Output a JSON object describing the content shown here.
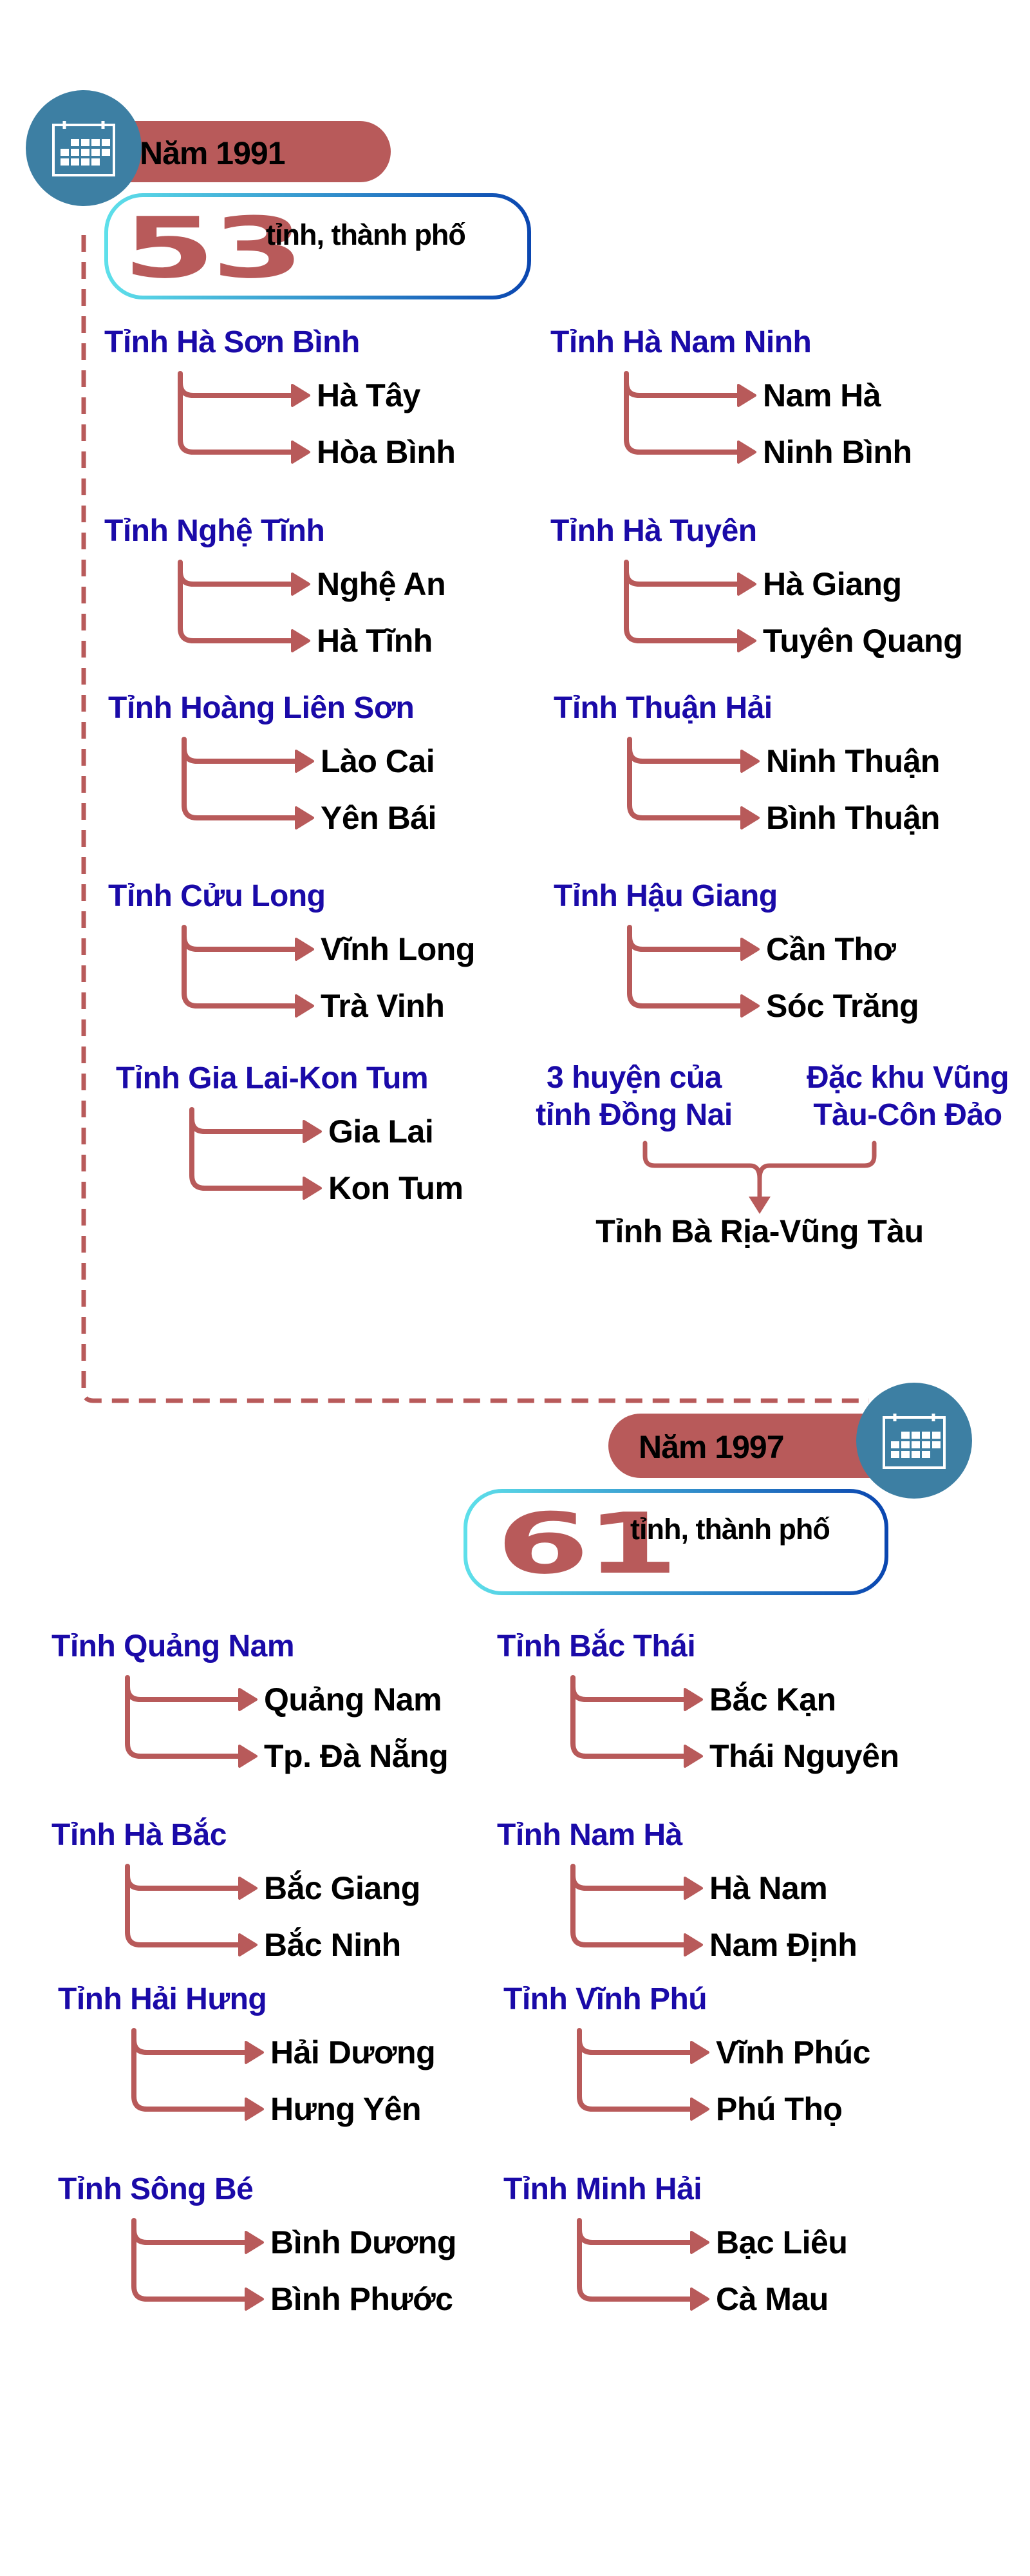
{
  "colors": {
    "accent_red": "#b85a5a",
    "title_blue": "#1a0aa8",
    "circle_blue": "#3d7fa3"
  },
  "section_1991": {
    "year_label": "Năm 1991",
    "count": "53",
    "count_unit": "tỉnh, thành phố",
    "groups": [
      {
        "title": "Tỉnh Hà Sơn Bình",
        "children": [
          "Hà Tây",
          "Hòa Bình"
        ]
      },
      {
        "title": "Tỉnh Hà Nam Ninh",
        "children": [
          "Nam Hà",
          "Ninh Bình"
        ]
      },
      {
        "title": "Tỉnh Nghệ Tĩnh",
        "children": [
          "Nghệ An",
          "Hà Tĩnh"
        ]
      },
      {
        "title": "Tỉnh Hà Tuyên",
        "children": [
          "Hà Giang",
          "Tuyên Quang"
        ]
      },
      {
        "title": "Tỉnh Hoàng Liên Sơn",
        "children": [
          "Lào Cai",
          "Yên Bái"
        ]
      },
      {
        "title": "Tỉnh Thuận Hải",
        "children": [
          "Ninh Thuận",
          "Bình Thuận"
        ]
      },
      {
        "title": "Tỉnh Cửu Long",
        "children": [
          "Vĩnh Long",
          "Trà Vinh"
        ]
      },
      {
        "title": "Tỉnh Hậu Giang",
        "children": [
          "Cần Thơ",
          "Sóc Trăng"
        ]
      },
      {
        "title": "Tỉnh Gia Lai-Kon Tum",
        "children": [
          "Gia Lai",
          "Kon Tum"
        ]
      }
    ],
    "merge": {
      "source_a": [
        "3 huyện của",
        "tỉnh Đồng Nai"
      ],
      "source_b": [
        "Đặc khu Vũng",
        "Tàu-Côn Đảo"
      ],
      "result": "Tỉnh Bà Rịa-Vũng Tàu"
    }
  },
  "section_1997": {
    "year_label": "Năm 1997",
    "count": "61",
    "count_unit": "tỉnh, thành phố",
    "groups": [
      {
        "title": "Tỉnh Quảng Nam",
        "children": [
          "Quảng Nam",
          "Tp. Đà Nẵng"
        ]
      },
      {
        "title": "Tỉnh Bắc Thái",
        "children": [
          "Bắc Kạn",
          "Thái Nguyên"
        ]
      },
      {
        "title": "Tỉnh Hà Bắc",
        "children": [
          "Bắc Giang",
          "Bắc Ninh"
        ]
      },
      {
        "title": "Tỉnh Nam Hà",
        "children": [
          "Hà Nam",
          "Nam Định"
        ]
      },
      {
        "title": "Tỉnh Hải Hưng",
        "children": [
          "Hải Dương",
          "Hưng Yên"
        ]
      },
      {
        "title": "Tỉnh Vĩnh Phú",
        "children": [
          "Vĩnh Phúc",
          "Phú Thọ"
        ]
      },
      {
        "title": "Tỉnh Sông Bé",
        "children": [
          "Bình Dương",
          "Bình Phước"
        ]
      },
      {
        "title": "Tỉnh Minh Hải",
        "children": [
          "Bạc Liêu",
          "Cà Mau"
        ]
      }
    ]
  }
}
